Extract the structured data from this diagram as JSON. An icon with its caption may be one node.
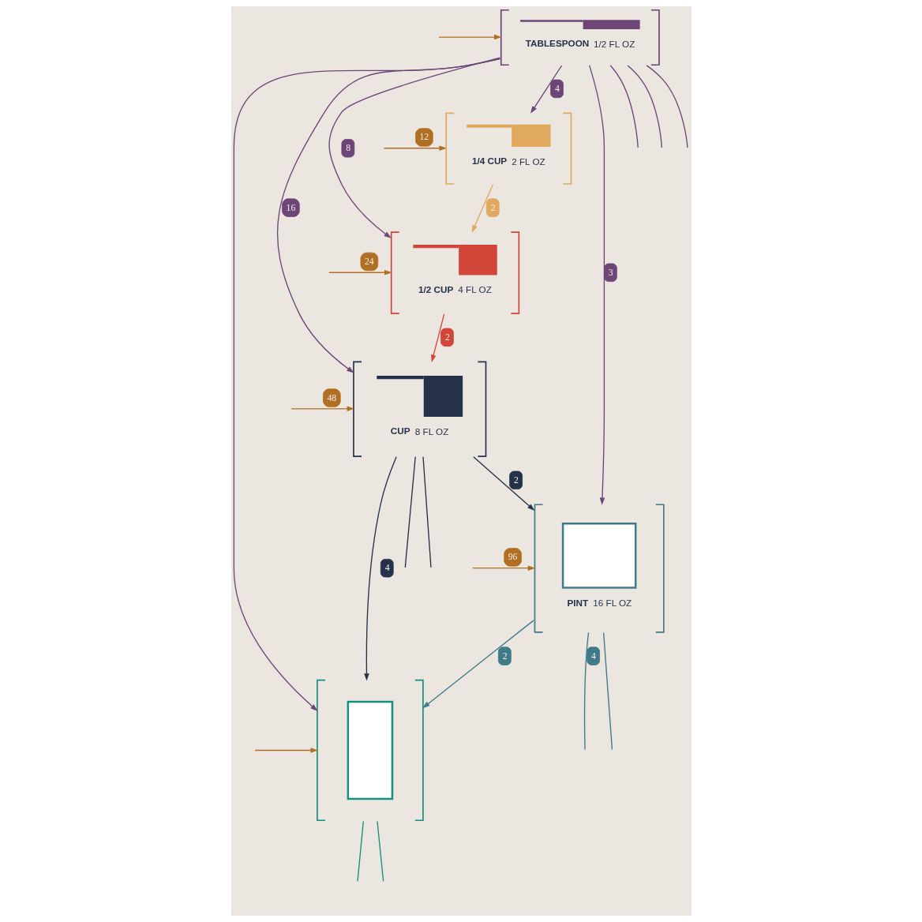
{
  "diagram": {
    "nodes": [
      {
        "text": [
          "TABLESPOON",
          "1/2 FL OZ"
        ]
      },
      {
        "text": [
          "1/4 CUP",
          "2 FL OZ"
        ]
      },
      {
        "text": [
          "1/2 CUP",
          "4 FL OZ"
        ]
      },
      {
        "text": [
          "CUP",
          "8 FL OZ"
        ]
      },
      {
        "text": [
          "PINT",
          "16 FL OZ"
        ]
      },
      {
        "text": [],
        "shape": "box"
      }
    ],
    "edges": [
      {
        "from": 0,
        "to": 1,
        "arrow": "to",
        "label": "4"
      },
      {
        "from": 1,
        "to": 2,
        "arrow": "to",
        "label": "2",
        "color": "#e0a95e"
      },
      {
        "from": 0,
        "to": 2,
        "arrow": "to",
        "label": "8"
      },
      {
        "from": 2,
        "to": 3,
        "arrow": "to",
        "label": "2",
        "color": "#d2463a"
      },
      {
        "from": 0,
        "to": 3,
        "arrow": "to",
        "label": "16"
      },
      {
        "from": 3,
        "to": 4,
        "arrow": "to",
        "label": "2",
        "color": "#25324a"
      },
      {
        "from": 0,
        "to": 4,
        "arrow": "to",
        "label": "3"
      },
      {
        "from": 3,
        "to": 5,
        "arrow": "to",
        "label": "4",
        "color": "#25324a"
      },
      {
        "from": 0,
        "to": 5,
        "arrow": "to"
      },
      {
        "from": 4,
        "to": 5,
        "arrow": "to",
        "label": "2",
        "color": "#3f7a89"
      },
      {
        "from": 0,
        "to": null,
        "arrow": "none"
      },
      {
        "from": 0,
        "to": null,
        "arrow": "none"
      },
      {
        "from": 0,
        "to": null,
        "arrow": "none"
      },
      {
        "from": 3,
        "to": null,
        "arrow": "none",
        "color": "#25324a"
      },
      {
        "from": 3,
        "to": null,
        "arrow": "none",
        "color": "#25324a"
      },
      {
        "from": 4,
        "to": null,
        "arrow": "none",
        "color": "#3f7a89"
      },
      {
        "from": 4,
        "to": null,
        "arrow": "none",
        "label": "4",
        "color": "#3f7a89"
      },
      {
        "from": 5,
        "to": null,
        "arrow": "none",
        "color": "#15907a"
      },
      {
        "from": 5,
        "to": null,
        "arrow": "none",
        "color": "#15907a"
      },
      {
        "from": null,
        "to": 0,
        "arrow": "to",
        "color": "#b06f22"
      },
      {
        "from": null,
        "to": 1,
        "arrow": "to",
        "label": "12",
        "color": "#b06f22"
      },
      {
        "from": null,
        "to": 2,
        "arrow": "to",
        "label": "24",
        "color": "#b06f22"
      },
      {
        "from": null,
        "to": 3,
        "arrow": "to",
        "label": "48",
        "color": "#b06f22"
      },
      {
        "from": null,
        "to": 4,
        "arrow": "to",
        "label": "96",
        "color": "#b06f22"
      },
      {
        "from": null,
        "to": 5,
        "arrow": "to",
        "color": "#b06f22"
      }
    ]
  }
}
